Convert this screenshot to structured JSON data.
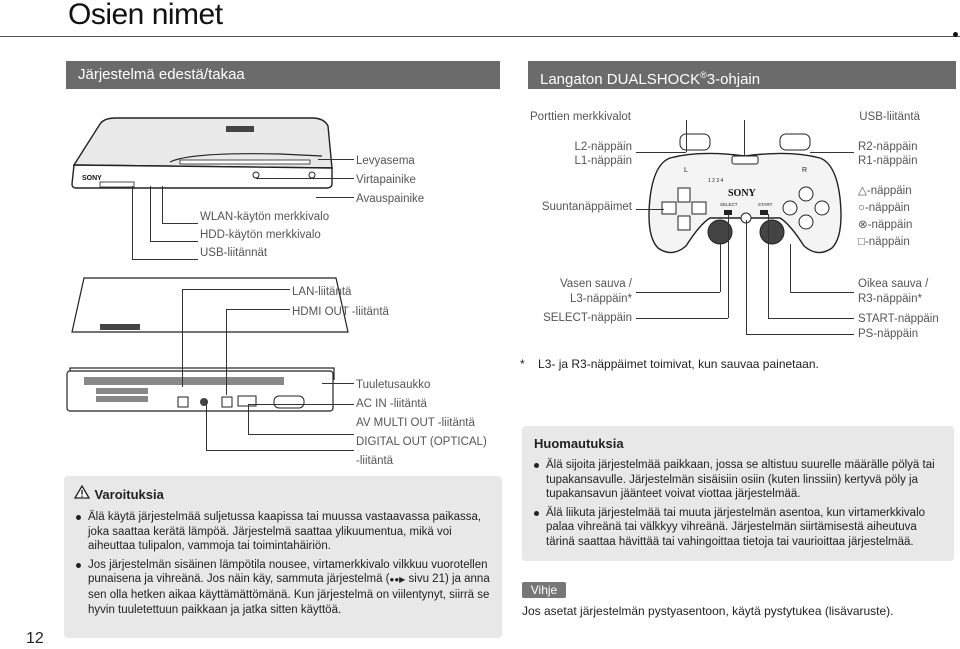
{
  "page": {
    "title": "Osien nimet",
    "number": "12"
  },
  "system": {
    "heading": "Järjestelmä edestä/takaa",
    "front_labels": [
      "Levyasema",
      "Virtapainike",
      "Avauspainike"
    ],
    "front_left_labels": [
      "WLAN-käytön merkkivalo",
      "HDD-käytön merkkivalo",
      "USB-liitännät"
    ],
    "top_labels": [
      "LAN-liitäntä",
      "HDMI OUT -liitäntä"
    ],
    "rear_labels": [
      "Tuuletusaukko",
      "AC IN -liitäntä",
      "AV MULTI OUT -liitäntä",
      "DIGITAL OUT (OPTICAL)",
      "-liitäntä"
    ],
    "logo_text": "SONY"
  },
  "controller": {
    "heading_prefix": "Langaton DUALSHOCK",
    "heading_reg": "®",
    "heading_suffix": "3-ohjain",
    "top_left": "Porttien merkkivalot",
    "top_right": "USB-liitäntä",
    "left_labels": [
      "L2-näppäin",
      "L1-näppäin",
      "Suuntanäppäimet",
      "Vasen sauva /",
      "L3-näppäin*",
      "SELECT-näppäin"
    ],
    "right_labels": [
      "R2-näppäin",
      "R1-näppäin",
      "-näppäin",
      "-näppäin",
      "-näppäin",
      "-näppäin",
      "Oikea sauva /",
      "R3-näppäin*",
      "START-näppäin",
      "PS-näppäin"
    ],
    "body_text": {
      "sony": "SONY",
      "select": "SELECT",
      "start": "START",
      "l": "L",
      "r": "R",
      "ports": "1 2 3 4"
    },
    "footnote_mark": "*",
    "footnote": "L3- ja R3-näppäimet toimivat, kun sauvaa painetaan."
  },
  "warnings": {
    "heading": "Varoituksia",
    "items": [
      "Älä käytä järjestelmää suljetussa kaapissa tai muussa vastaavassa paikassa, joka saattaa kerätä lämpöä. Järjestelmä saattaa ylikuumentua, mikä voi aiheuttaa tulipalon, vammoja tai toimintahäiriön.",
      "Jos järjestelmän sisäinen lämpötila nousee, virtamerkkivalo vilkkuu vuorotellen punaisena ja vihreänä. Jos näin käy, sammuta järjestelmä (",
      "sivu 21) ja anna sen olla hetken aikaa käyttämättömänä. Kun järjestelmä on viilentynyt, siirrä se hyvin tuuletettuun paikkaan ja jatka sitten käyttöä."
    ]
  },
  "notes": {
    "heading": "Huomautuksia",
    "items": [
      "Älä sijoita järjestelmää paikkaan, jossa se altistuu suurelle määrälle pölyä tai tupakansavulle. Järjestelmän sisäisiin osiin (kuten linssiin) kertyvä pöly ja tupakansavun jäänteet voivat viottaa järjestelmää.",
      "Älä liikuta järjestelmää tai muuta järjestelmän asentoa, kun virtamerkkivalo palaa vihreänä tai välkkyy vihreänä. Järjestelmän siirtämisestä aiheutuva tärinä saattaa hävittää tai vahingoittaa tietoja tai vaurioittaa järjestelmää."
    ]
  },
  "tip": {
    "label": "Vihje",
    "text": "Jos asetat järjestelmän pystyasentoon, käytä pystytukea (lisävaruste)."
  }
}
